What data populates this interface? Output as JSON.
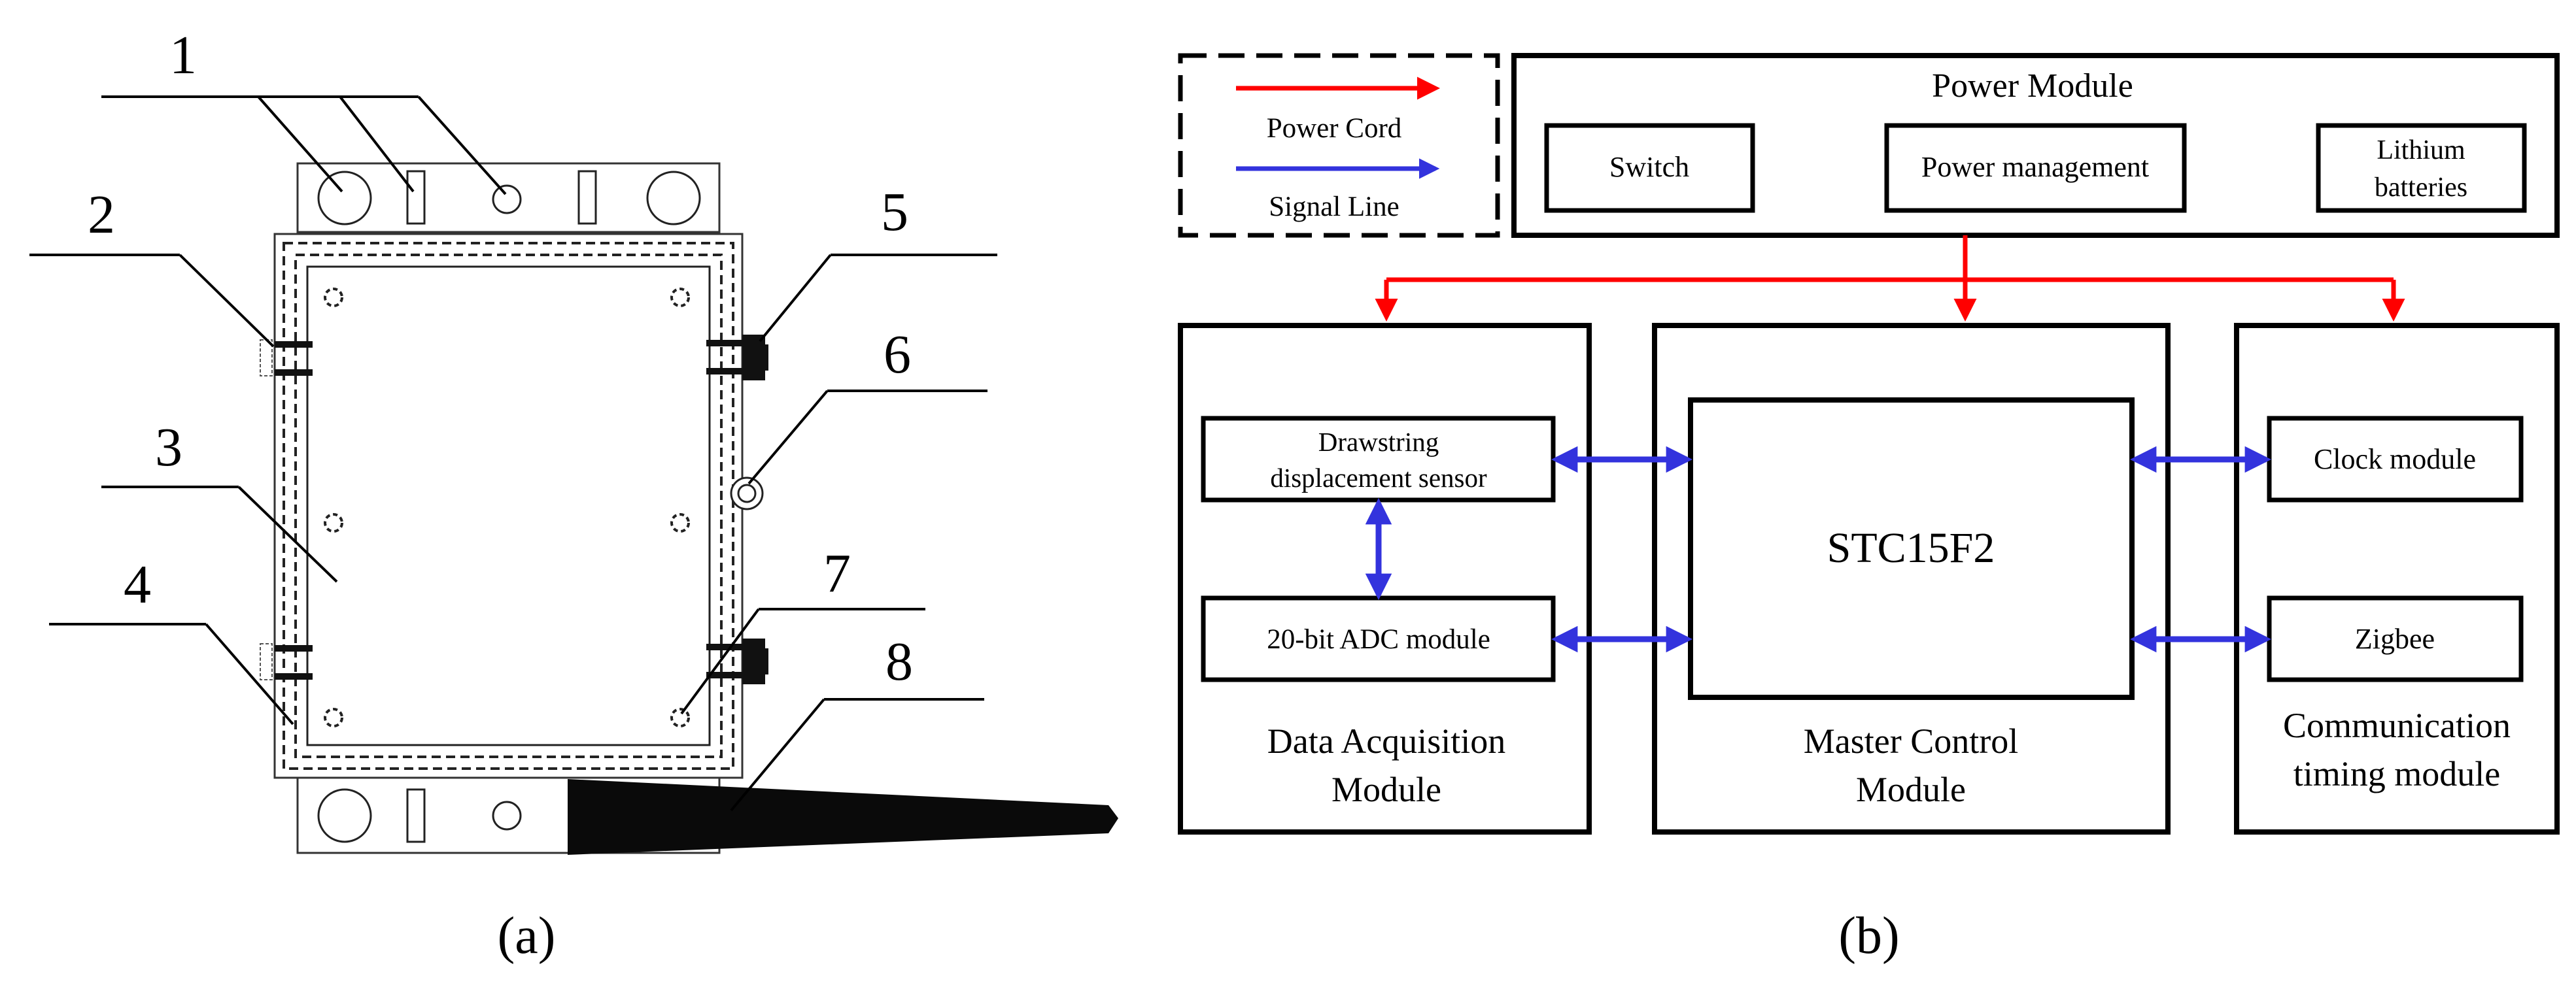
{
  "panel_a": {
    "callouts": [
      "1",
      "2",
      "3",
      "4",
      "5",
      "6",
      "7",
      "8"
    ],
    "caption": "(a)"
  },
  "panel_b": {
    "caption": "(b)",
    "legend": {
      "power_cord": "Power Cord",
      "signal_line": "Signal Line",
      "power_color": "#ff0000",
      "signal_color": "#3333dd"
    },
    "power_module": {
      "title": "Power Module",
      "switch": "Switch",
      "power_management": "Power management",
      "lithium_line1": "Lithium",
      "lithium_line2": "batteries"
    },
    "data_acquisition": {
      "sensor_line1": "Drawstring",
      "sensor_line2": "displacement sensor",
      "adc": "20-bit ADC module",
      "title_line1": "Data Acquisition",
      "title_line2": "Module"
    },
    "master_control": {
      "chip": "STC15F2",
      "title_line1": "Master Control",
      "title_line2": "Module"
    },
    "communication": {
      "clock": "Clock module",
      "zigbee": "Zigbee",
      "title_line1": "Communication",
      "title_line2": "timing module"
    }
  }
}
